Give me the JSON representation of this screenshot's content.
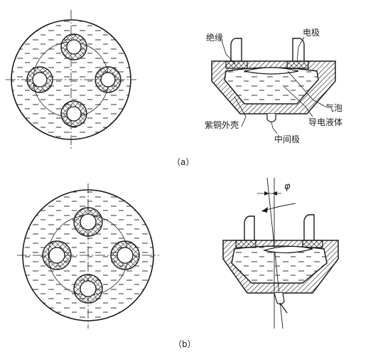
{
  "figure_a": {
    "caption": "（a）",
    "labels": {
      "insulation": "绝缘",
      "electrode": "电极",
      "bubble": "气泡",
      "conductive_liquid": "导电液体",
      "copper_shell": "紫铜外壳",
      "middle_electrode": "中间极"
    }
  },
  "figure_b": {
    "caption": "（b）",
    "angle_symbol": "φ"
  },
  "colors": {
    "stroke": "#1a1a1a",
    "background": "#ffffff"
  }
}
